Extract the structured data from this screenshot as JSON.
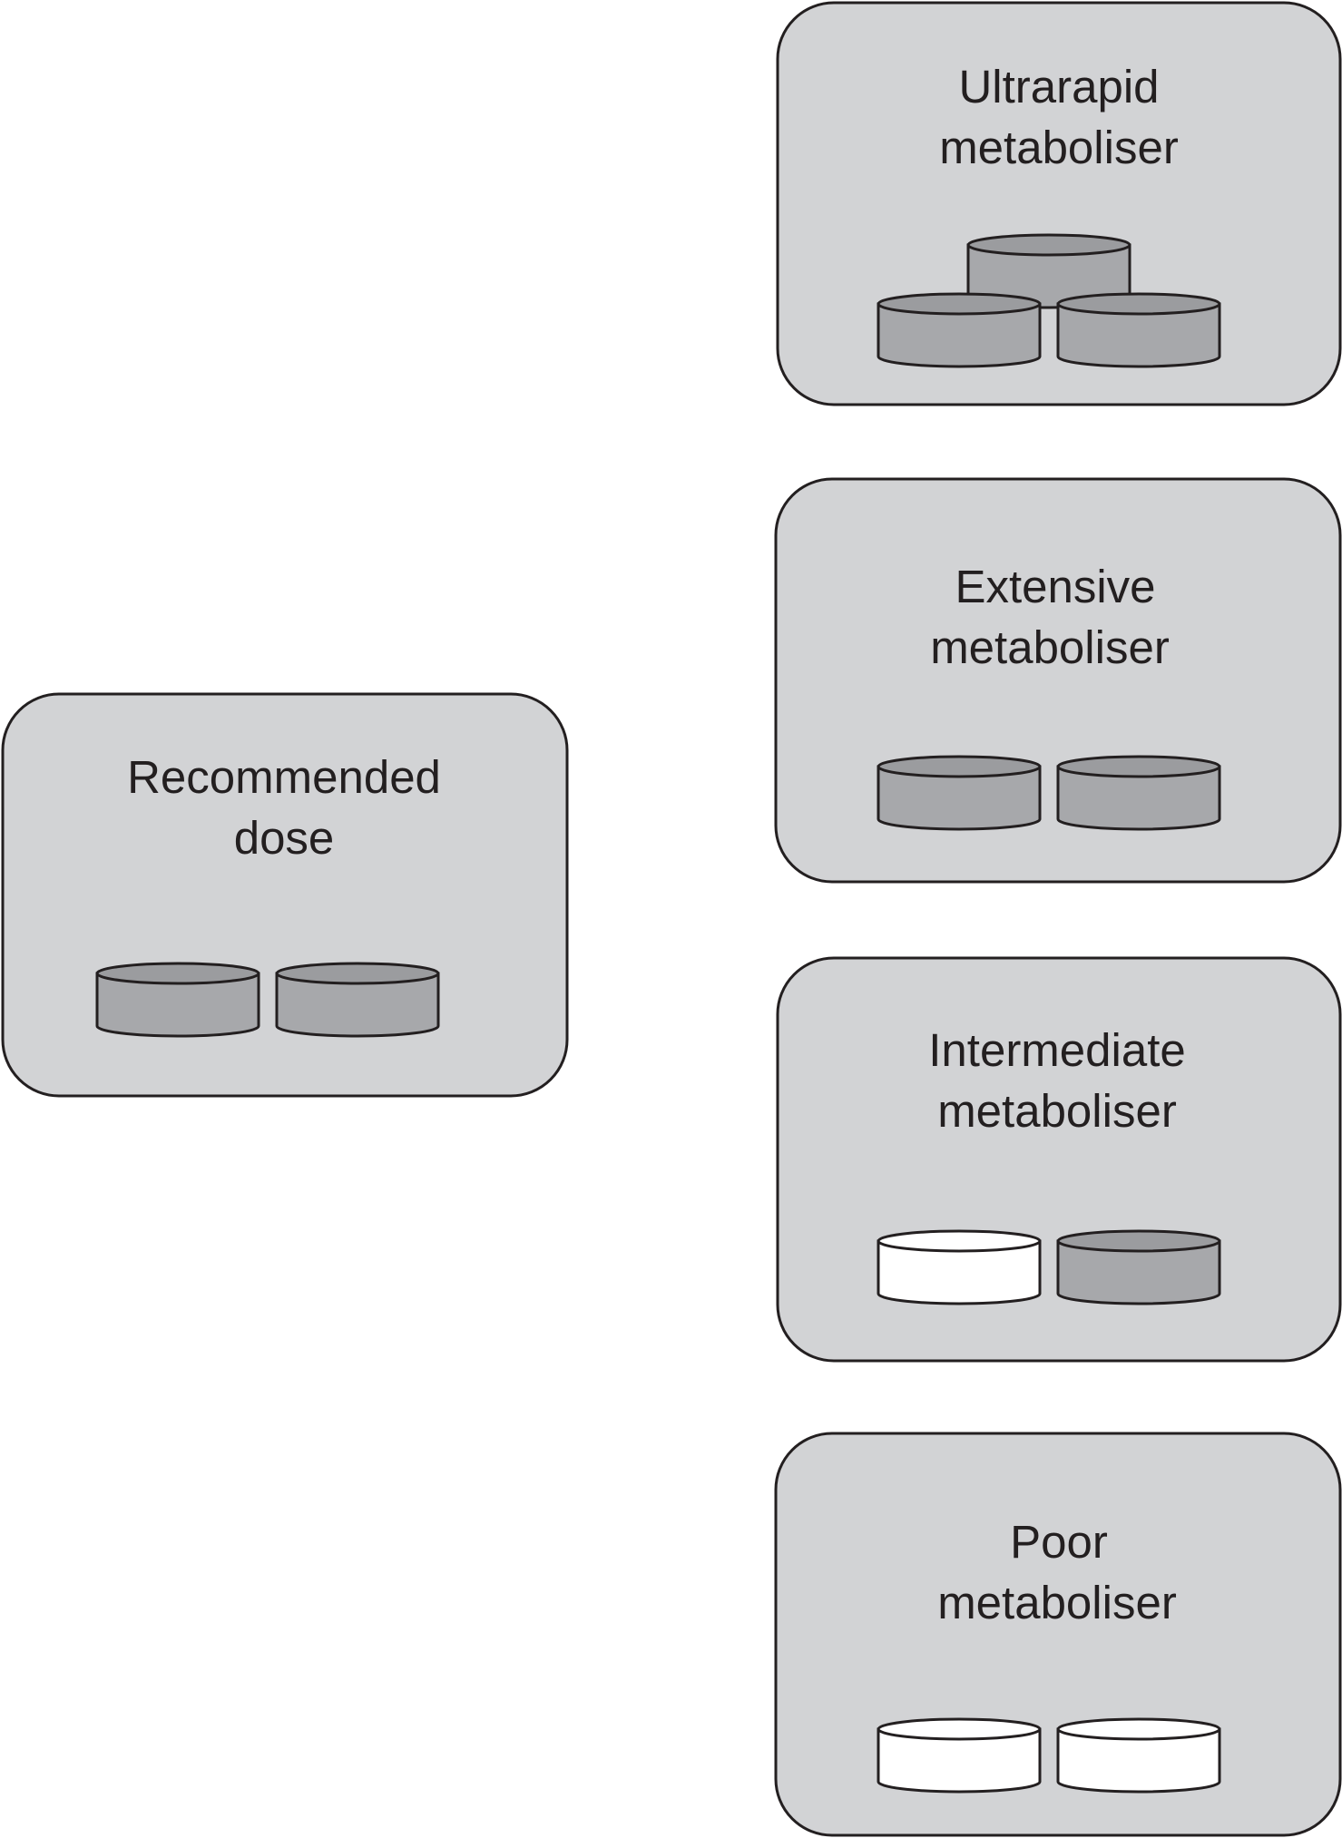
{
  "colors": {
    "box_fill": "#d2d3d5",
    "outline": "#231f20",
    "pill_filled_top": "#9b9c9f",
    "pill_filled_side": "#a7a8ab",
    "pill_empty": "#ffffff"
  },
  "boxes": [
    {
      "id": "recommended-dose",
      "title_lines": [
        "Recommended",
        "dose"
      ],
      "pills": [
        "filled",
        "filled"
      ]
    },
    {
      "id": "ultrarapid-metaboliser",
      "title_lines": [
        "Ultrarapid",
        "metaboliser"
      ],
      "pills": [
        "filled",
        "filled",
        "filled"
      ]
    },
    {
      "id": "extensive-metaboliser",
      "title_lines": [
        "Extensive",
        "metaboliser"
      ],
      "pills": [
        "filled",
        "filled"
      ]
    },
    {
      "id": "intermediate-metaboliser",
      "title_lines": [
        "Intermediate",
        "metaboliser"
      ],
      "pills": [
        "empty",
        "filled"
      ]
    },
    {
      "id": "poor-metaboliser",
      "title_lines": [
        "Poor",
        "metaboliser"
      ],
      "pills": [
        "empty",
        "empty"
      ]
    }
  ]
}
